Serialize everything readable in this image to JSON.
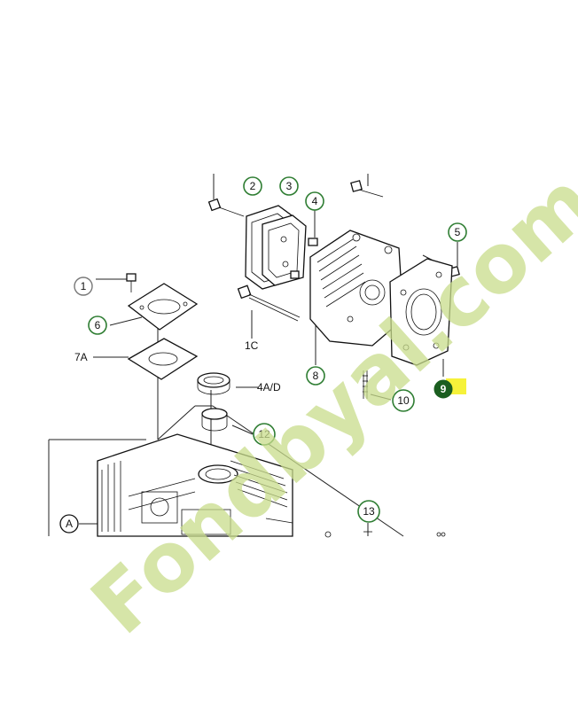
{
  "callouts": {
    "c1": "1",
    "c2": "2",
    "c3": "3",
    "c4": "4",
    "c5": "5",
    "c6": "6",
    "c7a": "7A",
    "c1c": "1C",
    "c8": "8",
    "c9": "9",
    "c10": "10",
    "c4ad": "4A/D",
    "c12": "12",
    "c13": "13",
    "ca": "A"
  },
  "watermark": {
    "text": "Fondbyal.com"
  },
  "colors": {
    "callout_ring": "#2e7d32",
    "highlight_fill": "#1b5e20",
    "highlight_marker": "#f6f23a",
    "watermark_green": "#c9dd8c"
  }
}
